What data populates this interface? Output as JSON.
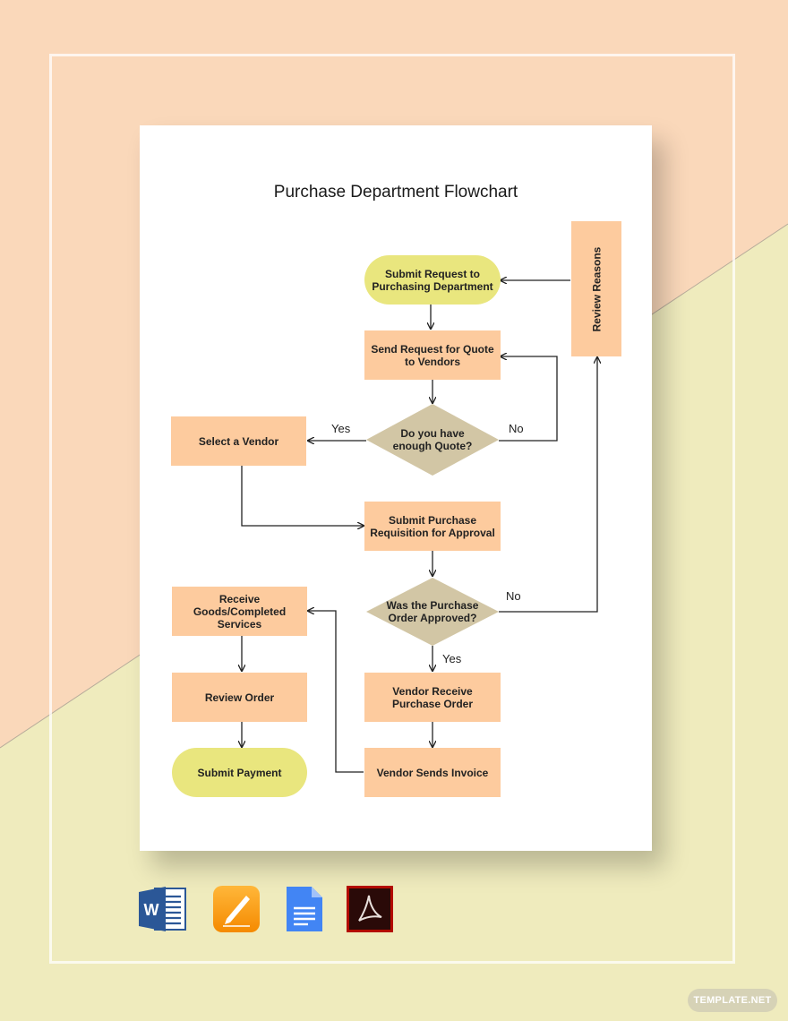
{
  "colors": {
    "bg_peach": "#fad8ba",
    "bg_yellow": "#efebbd",
    "process_fill": "#fdcb9e",
    "terminal_fill": "#e9e67e",
    "decision_fill": "#d2c6a5"
  },
  "flowchart": {
    "title": "Purchase Department Flowchart",
    "nodes": {
      "submit_request": "Submit Request to Purchasing Department",
      "send_quote": "Send Request for Quote to Vendors",
      "enough_quote": "Do you have enough Quote?",
      "select_vendor": "Select a Vendor",
      "submit_requisition": "Submit Purchase Requisition for Approval",
      "po_approved": "Was the Purchase Order Approved?",
      "vendor_receive": "Vendor Receive Purchase Order",
      "vendor_invoice": "Vendor Sends Invoice",
      "receive_goods": "Receive Goods/Completed Services",
      "review_order": "Review Order",
      "submit_payment": "Submit Payment",
      "review_reasons": "Review Reasons"
    },
    "edge_labels": {
      "yes_1": "Yes",
      "no_1": "No",
      "no_2": "No",
      "yes_2": "Yes"
    }
  },
  "formats": [
    "word-icon",
    "pages-icon",
    "google-docs-icon",
    "pdf-icon"
  ],
  "watermark": "TEMPLATE.NET"
}
